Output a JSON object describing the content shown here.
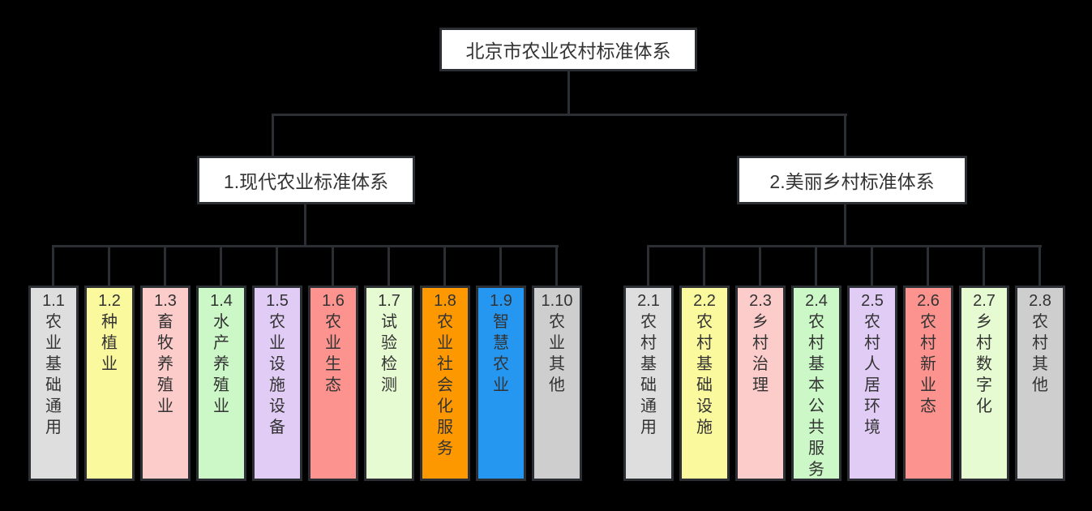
{
  "colors": {
    "background": "#000000",
    "line": "#2b2e33",
    "node_border": "#2b2e33",
    "node_text": "#333333",
    "parent_node_bg": "#ffffff"
  },
  "tree": {
    "root": {
      "label": "北京市农业农村标准体系"
    },
    "branches": [
      {
        "label": "1.现代农业标准体系",
        "children": [
          {
            "code": "1.1",
            "label": "农业基础通用",
            "color": "#dedede"
          },
          {
            "code": "1.2",
            "label": "种植业",
            "color": "#fbf99e"
          },
          {
            "code": "1.3",
            "label": "畜牧养殖业",
            "color": "#fccccb"
          },
          {
            "code": "1.4",
            "label": "水产养殖业",
            "color": "#cbf8c6"
          },
          {
            "code": "1.5",
            "label": "农业设施设备",
            "color": "#e1ccf5"
          },
          {
            "code": "1.6",
            "label": "农业生态",
            "color": "#fc938e"
          },
          {
            "code": "1.7",
            "label": "试验检测",
            "color": "#e6fbd1"
          },
          {
            "code": "1.8",
            "label": "农业社会化服务",
            "color": "#fd9800"
          },
          {
            "code": "1.9",
            "label": "智慧农业",
            "color": "#2697f0"
          },
          {
            "code": "1.10",
            "label": "农业其他",
            "color": "#cecece"
          }
        ]
      },
      {
        "label": "2.美丽乡村标准体系",
        "children": [
          {
            "code": "2.1",
            "label": "农村基础通用",
            "color": "#dedede"
          },
          {
            "code": "2.2",
            "label": "农村基础设施",
            "color": "#fbf99e"
          },
          {
            "code": "2.3",
            "label": "乡村治理",
            "color": "#fccccb"
          },
          {
            "code": "2.4",
            "label": "农村基本公共服务",
            "color": "#cbf8c6"
          },
          {
            "code": "2.5",
            "label": "农村人居环境",
            "color": "#e1ccf5"
          },
          {
            "code": "2.6",
            "label": "农村新业态",
            "color": "#fc938e"
          },
          {
            "code": "2.7",
            "label": "乡村数字化",
            "color": "#e6fbd1"
          },
          {
            "code": "2.8",
            "label": "农村其他",
            "color": "#cecece"
          }
        ]
      }
    ]
  }
}
